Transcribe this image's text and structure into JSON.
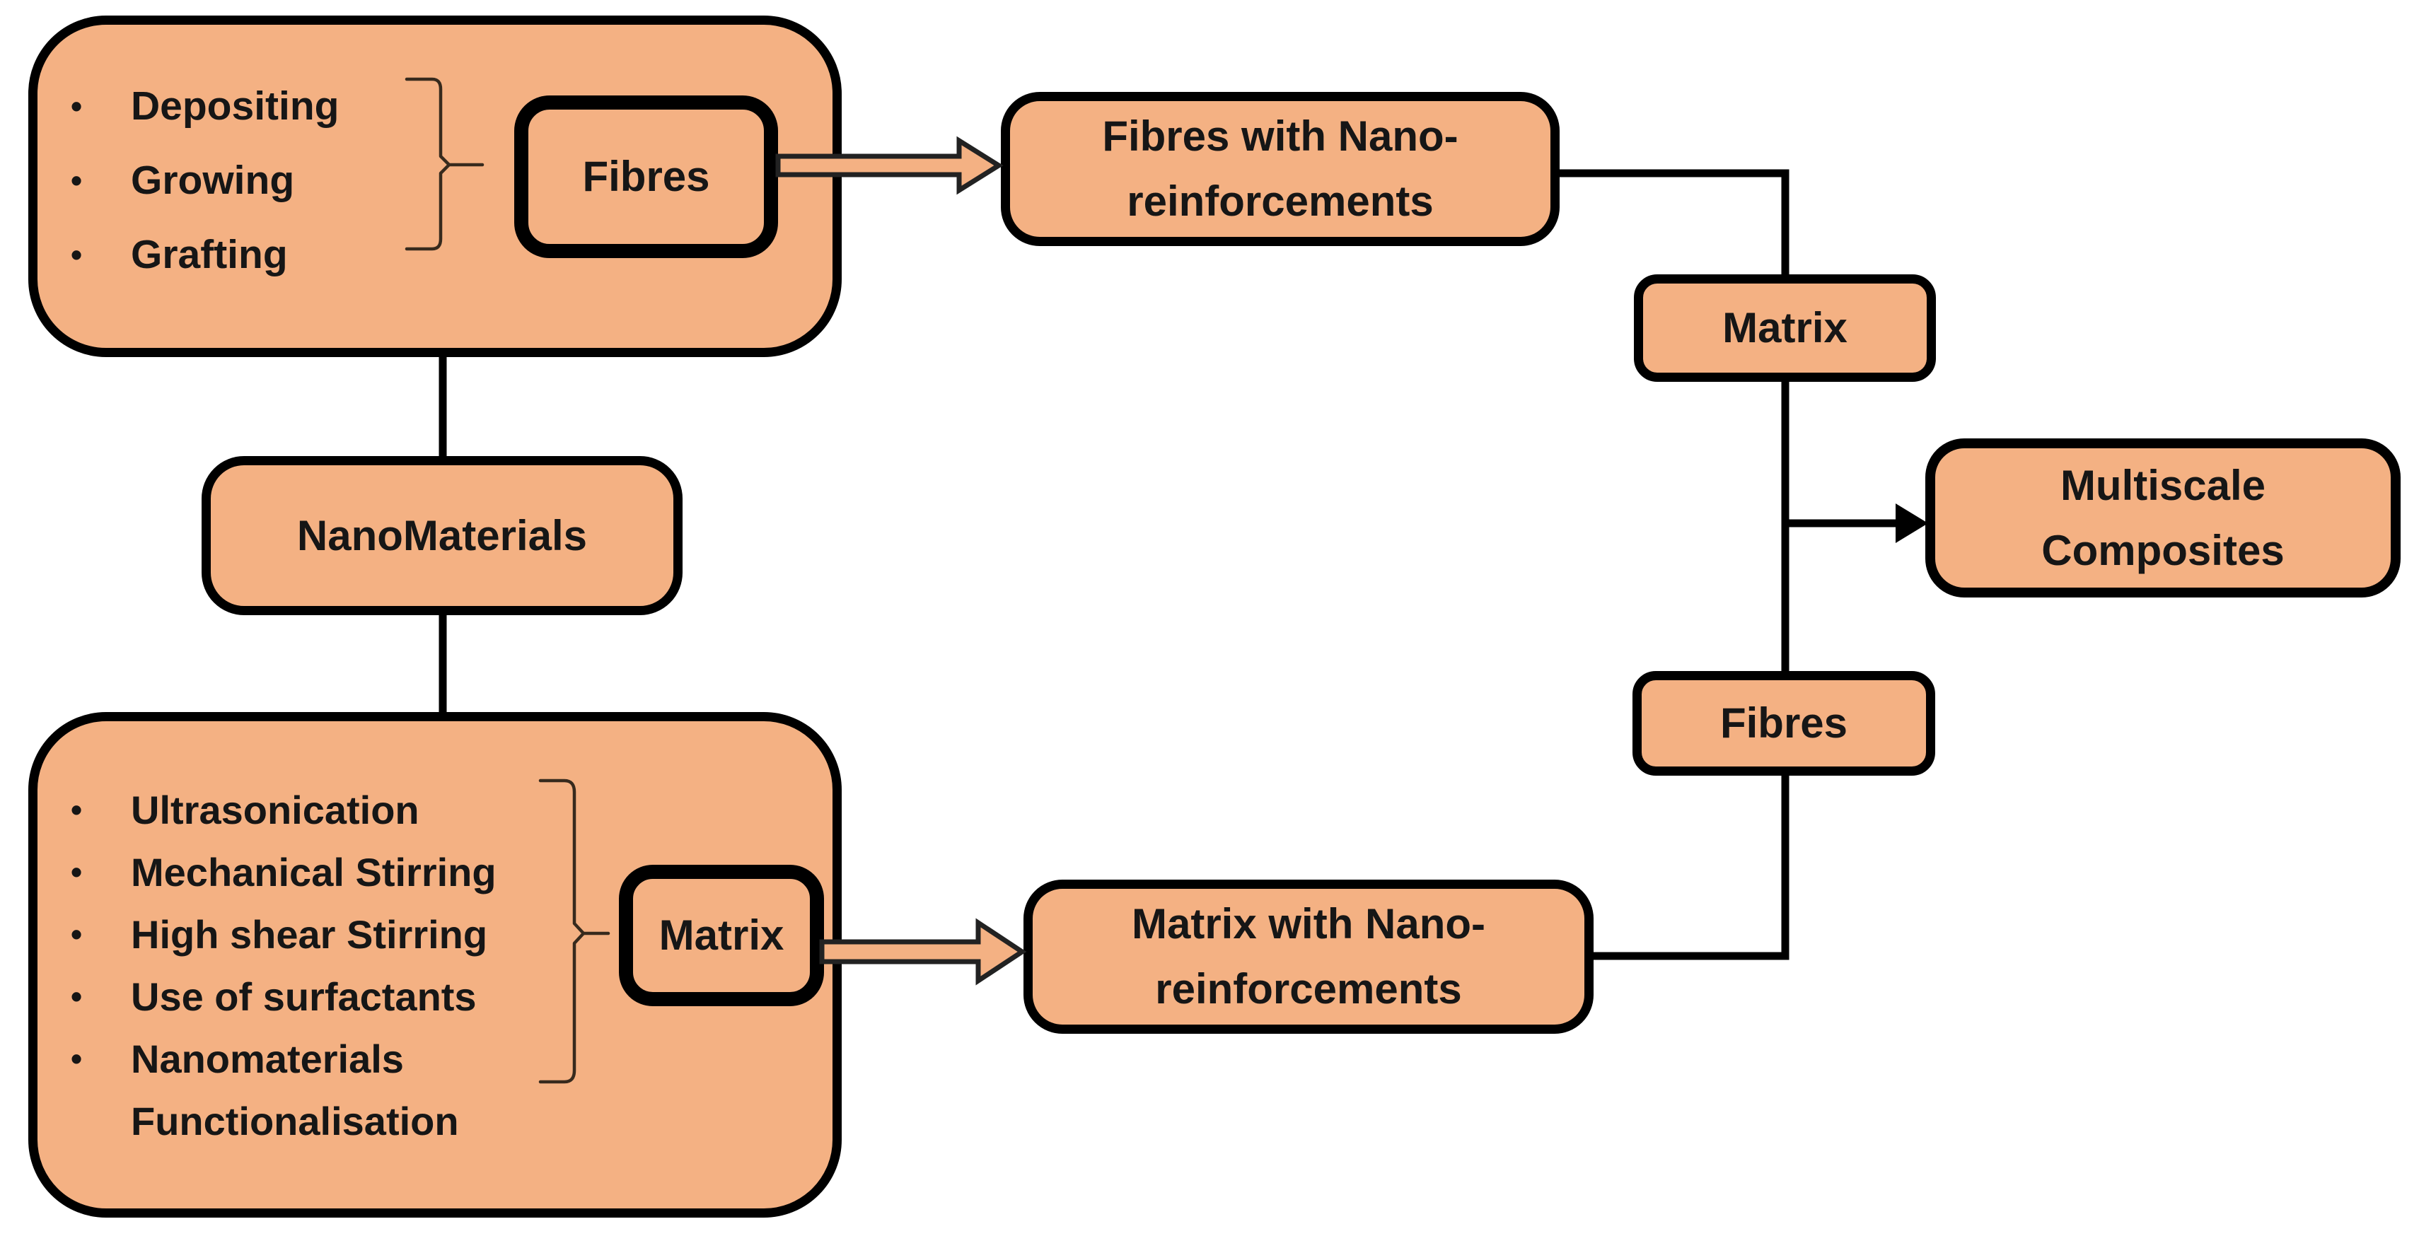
{
  "colors": {
    "box_fill": "#F4B183",
    "box_border": "#000000",
    "text": "#161616",
    "connector": "#000000",
    "brace": "#372a1d"
  },
  "fibre_treatments": {
    "bullets": [
      "Depositing",
      "Growing",
      "Grafting"
    ]
  },
  "matrix_treatments": {
    "bullets": [
      "Ultrasonication",
      "Mechanical Stirring",
      "High shear Stirring",
      "Use of surfactants",
      "Nanomaterials"
    ],
    "continuation": "Functionalisation"
  },
  "nodes": {
    "fibres_source": {
      "label": "Fibres"
    },
    "matrix_source": {
      "label": "Matrix"
    },
    "nanomaterials": {
      "label": "NanoMaterials"
    },
    "fibres_nano": {
      "line1": "Fibres with Nano-",
      "line2": "reinforcements"
    },
    "matrix_nano": {
      "line1": "Matrix with Nano-",
      "line2": "reinforcements"
    },
    "matrix_mid": {
      "label": "Matrix"
    },
    "fibres_mid": {
      "label": "Fibres"
    },
    "multiscale": {
      "line1": "Multiscale",
      "line2": "Composites"
    }
  }
}
